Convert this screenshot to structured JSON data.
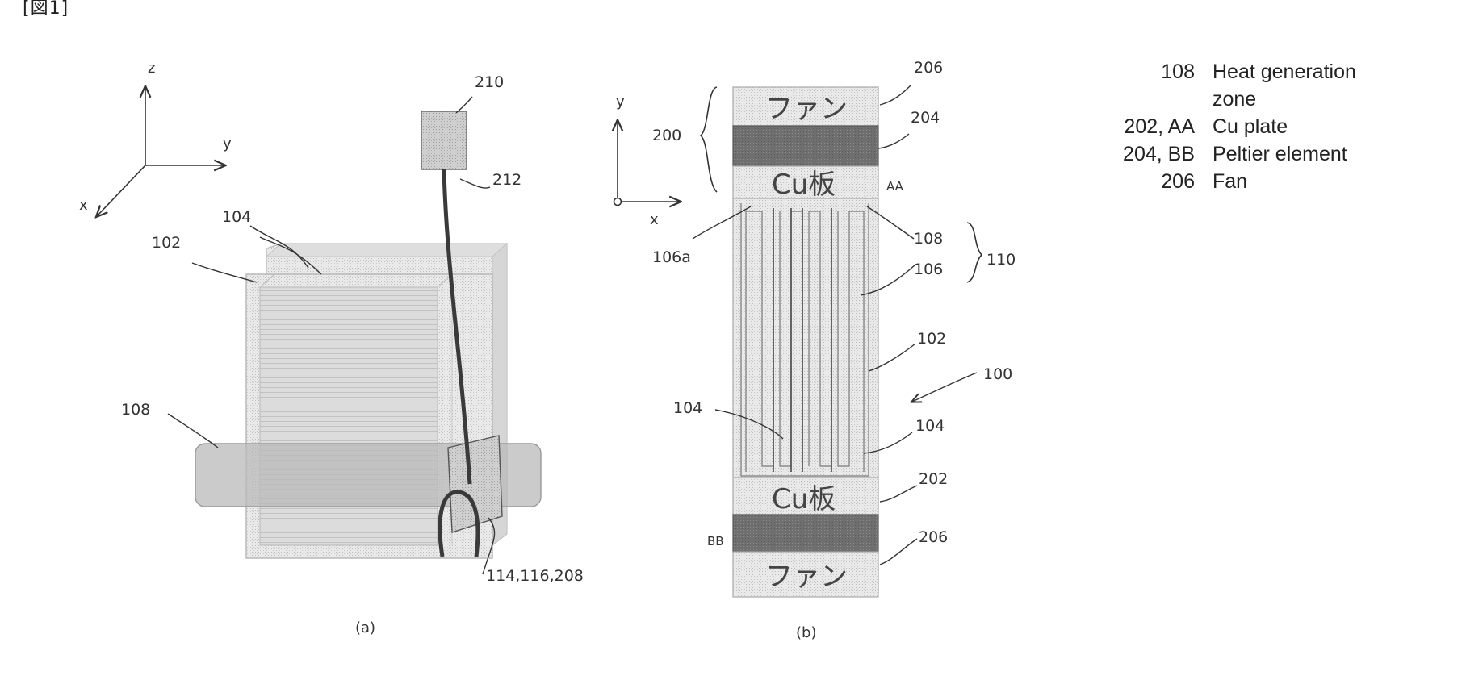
{
  "header": "[図1]",
  "fig_a": {
    "caption": "(a)",
    "axes": {
      "x": "x",
      "y": "y",
      "z": "z"
    },
    "labels": {
      "l210": "210",
      "l212": "212",
      "l104": "104",
      "l102": "102",
      "l108": "108",
      "l114": "114,116,208"
    }
  },
  "fig_b": {
    "caption": "(b)",
    "axes": {
      "x": "x",
      "y": "y"
    },
    "blocks": {
      "fan_top": "ファン",
      "cu_top": "Cu板",
      "cu_bottom": "Cu板",
      "fan_bottom": "ファン"
    },
    "labels": {
      "l206_top": "206",
      "l204": "204",
      "l200": "200",
      "lAA": "AA",
      "l106a": "106a",
      "l108": "108",
      "l110": "110",
      "l106": "106",
      "l102": "102",
      "l100": "100",
      "l104_left": "104",
      "l104_right": "104",
      "l202": "202",
      "lBB": "BB",
      "l206_bottom": "206"
    }
  },
  "legend": [
    {
      "code": "108",
      "desc": "Heat generation zone"
    },
    {
      "code": "202, AA",
      "desc": "Cu plate"
    },
    {
      "code": "204, BB",
      "desc": "Peltier element"
    },
    {
      "code": "206",
      "desc": "Fan"
    }
  ]
}
